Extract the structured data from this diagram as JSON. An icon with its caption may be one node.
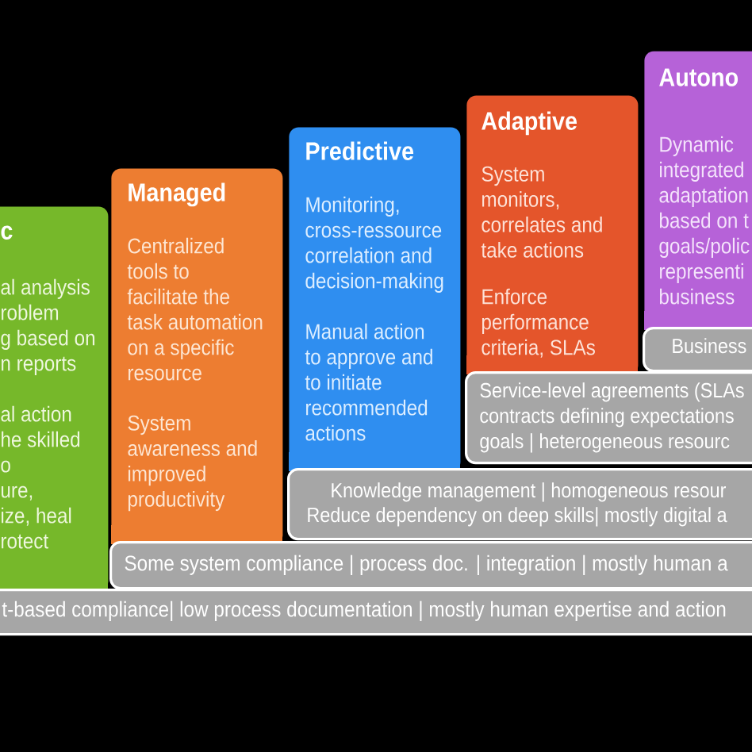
{
  "diagram": {
    "nodes": [
      {
        "text": [
          "c",
          "al analysis roblem g based on n reports",
          "al action he skilled o ure, ize, heal rotect"
        ]
      },
      {
        "text": [
          "Managed",
          "Centralized tools to facilitate the task automation on a specific resource",
          "System awareness and improved productivity"
        ]
      },
      {
        "text": [
          "Predictive",
          "Monitoring, cross-ressource correlation and decision-making",
          "Manual action to approve and to initiate recommended actions"
        ]
      },
      {
        "text": [
          "Adaptive",
          "System monitors, correlates and take actions",
          "Enforce performance criteria, SLAs"
        ]
      },
      {
        "text": [
          "Autono",
          "Dynamic integrated adaptation based on t goals/polic representi business"
        ]
      },
      {
        "text": [
          "Business"
        ]
      },
      {
        "text": [
          "Service-level agreements (SLAs contracts defining expectations goals | heterogeneous resourc"
        ]
      },
      {
        "text": [
          "Knowledge management | homogeneous resour Reduce dependency on deep skills| mostly digital a"
        ]
      },
      {
        "text": [
          "Some system compliance | process doc. | integration | mostly human a"
        ]
      },
      {
        "text": [
          "t-based compliance| low process documentation | mostly human expertise and action"
        ]
      }
    ]
  }
}
